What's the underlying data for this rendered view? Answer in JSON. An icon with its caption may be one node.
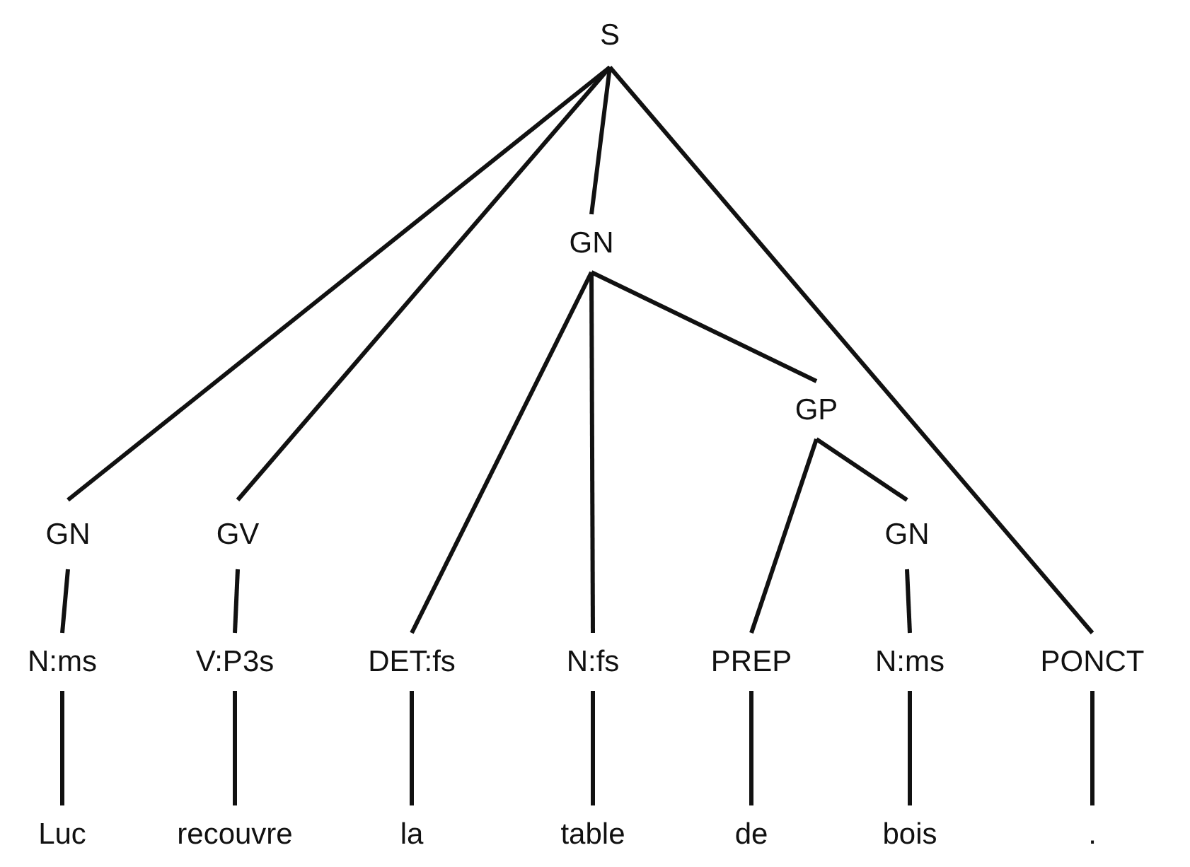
{
  "diagram": {
    "nodes": [
      {
        "text": [
          "S"
        ]
      },
      {
        "text": [
          "GN"
        ]
      },
      {
        "text": [
          "GP"
        ]
      },
      {
        "text": [
          "GN"
        ]
      },
      {
        "text": [
          "GV"
        ]
      },
      {
        "text": [
          "GN"
        ]
      },
      {
        "text": [
          "N:ms"
        ]
      },
      {
        "text": [
          "V:P3s"
        ]
      },
      {
        "text": [
          "DET:fs"
        ]
      },
      {
        "text": [
          "N:fs"
        ]
      },
      {
        "text": [
          "PREP"
        ]
      },
      {
        "text": [
          "N:ms"
        ]
      },
      {
        "text": [
          "PONCT"
        ]
      },
      {
        "text": [
          "Luc"
        ]
      },
      {
        "text": [
          "recouvre"
        ]
      },
      {
        "text": [
          "la"
        ]
      },
      {
        "text": [
          "table"
        ]
      },
      {
        "text": [
          "de"
        ]
      },
      {
        "text": [
          "bois"
        ]
      },
      {
        "text": [
          "."
        ]
      }
    ],
    "edges": [
      {
        "from": 0,
        "to": 3,
        "arrow": "none"
      },
      {
        "from": 0,
        "to": 4,
        "arrow": "none"
      },
      {
        "from": 0,
        "to": 1,
        "arrow": "none"
      },
      {
        "from": 0,
        "to": 12,
        "arrow": "none"
      },
      {
        "from": 1,
        "to": 8,
        "arrow": "none"
      },
      {
        "from": 1,
        "to": 9,
        "arrow": "none"
      },
      {
        "from": 1,
        "to": 2,
        "arrow": "none"
      },
      {
        "from": 2,
        "to": 10,
        "arrow": "none"
      },
      {
        "from": 2,
        "to": 5,
        "arrow": "none"
      },
      {
        "from": 3,
        "to": 6,
        "arrow": "none"
      },
      {
        "from": 4,
        "to": 7,
        "arrow": "none"
      },
      {
        "from": 5,
        "to": 11,
        "arrow": "none"
      },
      {
        "from": 6,
        "to": 13,
        "arrow": "none"
      },
      {
        "from": 7,
        "to": 14,
        "arrow": "none"
      },
      {
        "from": 8,
        "to": 15,
        "arrow": "none"
      },
      {
        "from": 9,
        "to": 16,
        "arrow": "none"
      },
      {
        "from": 10,
        "to": 17,
        "arrow": "none"
      },
      {
        "from": 11,
        "to": 18,
        "arrow": "none"
      },
      {
        "from": 12,
        "to": 19,
        "arrow": "none"
      }
    ]
  }
}
